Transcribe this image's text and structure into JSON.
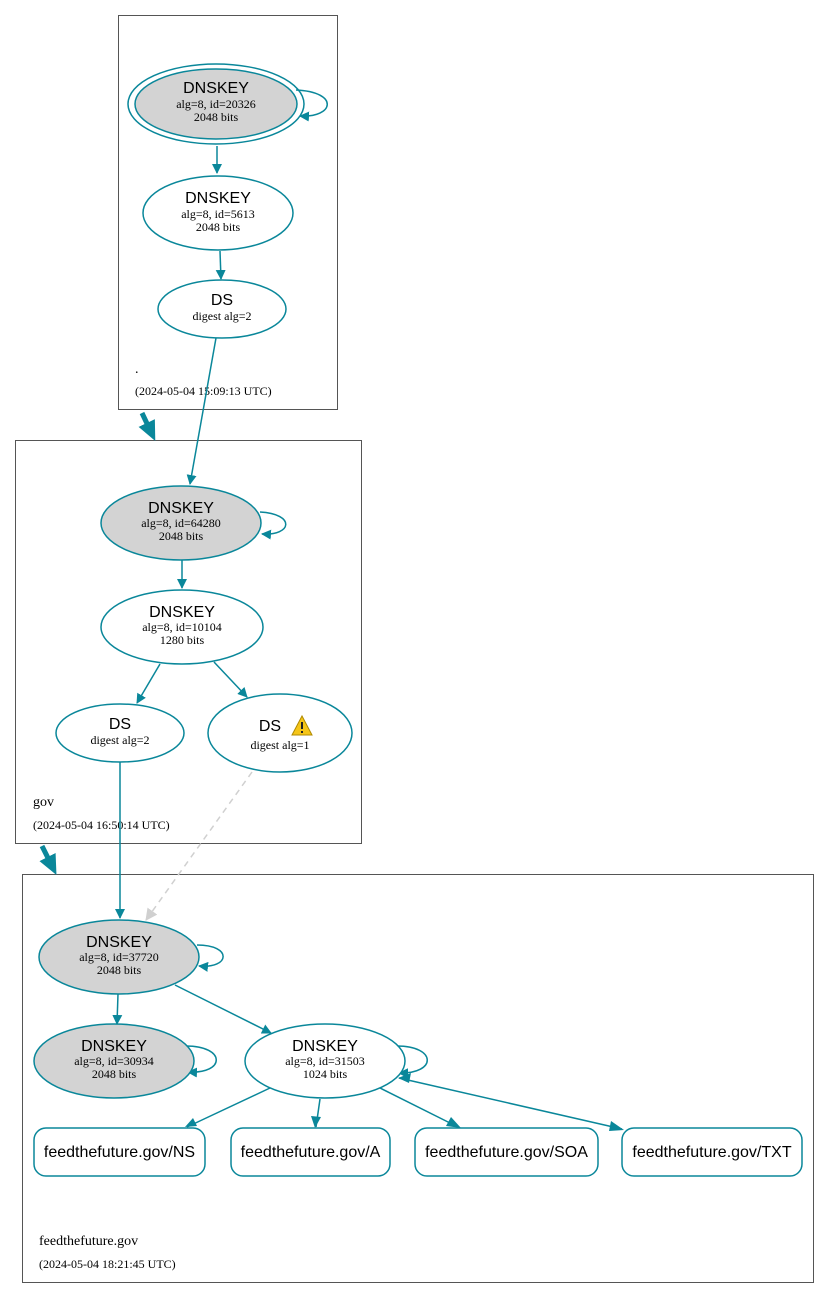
{
  "colors": {
    "edge": "#0a879a",
    "edge_dashed": "#d0d0d0",
    "node_fill_ksk": "#d3d3d3",
    "node_fill": "#ffffff",
    "cluster_border": "#555555",
    "warning_fill": "#f5c518"
  },
  "zones": {
    "root": {
      "name": ".",
      "timestamp": "(2024-05-04 15:09:13 UTC)"
    },
    "gov": {
      "name": "gov",
      "timestamp": "(2024-05-04 16:50:14 UTC)"
    },
    "feed": {
      "name": "feedthefuture.gov",
      "timestamp": "(2024-05-04 18:21:45 UTC)"
    }
  },
  "nodes": {
    "root_ksk": {
      "title": "DNSKEY",
      "line1": "alg=8, id=20326",
      "line2": "2048 bits"
    },
    "root_zsk": {
      "title": "DNSKEY",
      "line1": "alg=8, id=5613",
      "line2": "2048 bits"
    },
    "root_ds": {
      "title": "DS",
      "line1": "digest alg=2"
    },
    "gov_ksk": {
      "title": "DNSKEY",
      "line1": "alg=8, id=64280",
      "line2": "2048 bits"
    },
    "gov_zsk": {
      "title": "DNSKEY",
      "line1": "alg=8, id=10104",
      "line2": "1280 bits"
    },
    "gov_ds2": {
      "title": "DS",
      "line1": "digest alg=2"
    },
    "gov_ds1": {
      "title": "DS",
      "line1": "digest alg=1",
      "icon": "warning-icon"
    },
    "feed_ksk": {
      "title": "DNSKEY",
      "line1": "alg=8, id=37720",
      "line2": "2048 bits"
    },
    "feed_ksk2": {
      "title": "DNSKEY",
      "line1": "alg=8, id=30934",
      "line2": "2048 bits"
    },
    "feed_zsk": {
      "title": "DNSKEY",
      "line1": "alg=8, id=31503",
      "line2": "1024 bits"
    }
  },
  "rrsets": {
    "ns": "feedthefuture.gov/NS",
    "a": "feedthefuture.gov/A",
    "soa": "feedthefuture.gov/SOA",
    "txt": "feedthefuture.gov/TXT"
  }
}
